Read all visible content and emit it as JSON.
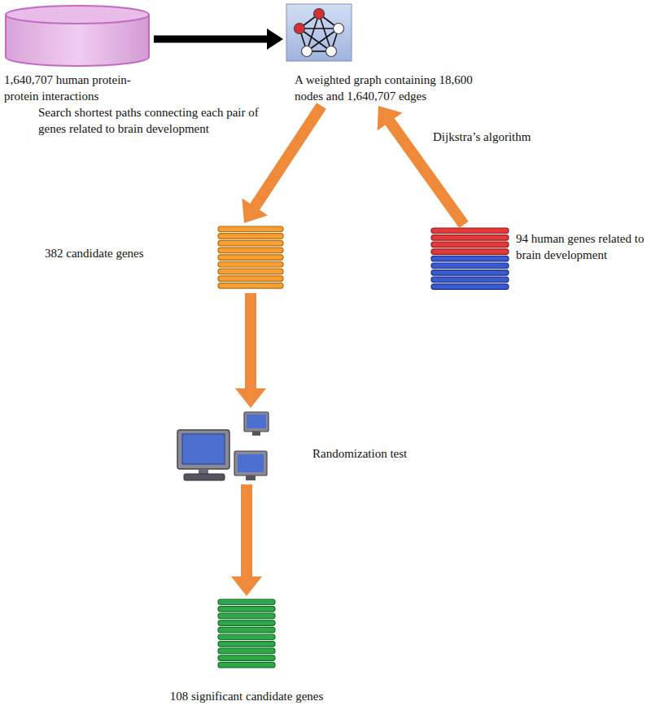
{
  "diagram": {
    "nodes": [
      {
        "text": [
          "1,640,707 human protein- protein interactions"
        ]
      },
      {
        "text": [
          "A weighted graph containing 18,600 nodes and 1,640,707 edges"
        ]
      },
      {
        "text": [
          "382 candidate genes"
        ]
      },
      {
        "text": [
          "94 human genes related to brain development"
        ]
      },
      {
        "text": [
          "Randomization test"
        ]
      },
      {
        "text": [
          "108 significant candidate genes"
        ]
      }
    ],
    "edges": [
      {
        "from": 0,
        "to": 1,
        "arrow": "to"
      },
      {
        "from": 1,
        "to": 2,
        "label": "Search shortest paths connecting each pair of genes related to brain development",
        "arrow": "to"
      },
      {
        "from": 3,
        "to": 1,
        "label": "Dijkstra’s algorithm",
        "arrow": "to"
      },
      {
        "from": 2,
        "to": 4,
        "arrow": "to"
      },
      {
        "from": 4,
        "to": 5,
        "arrow": "to"
      }
    ]
  }
}
